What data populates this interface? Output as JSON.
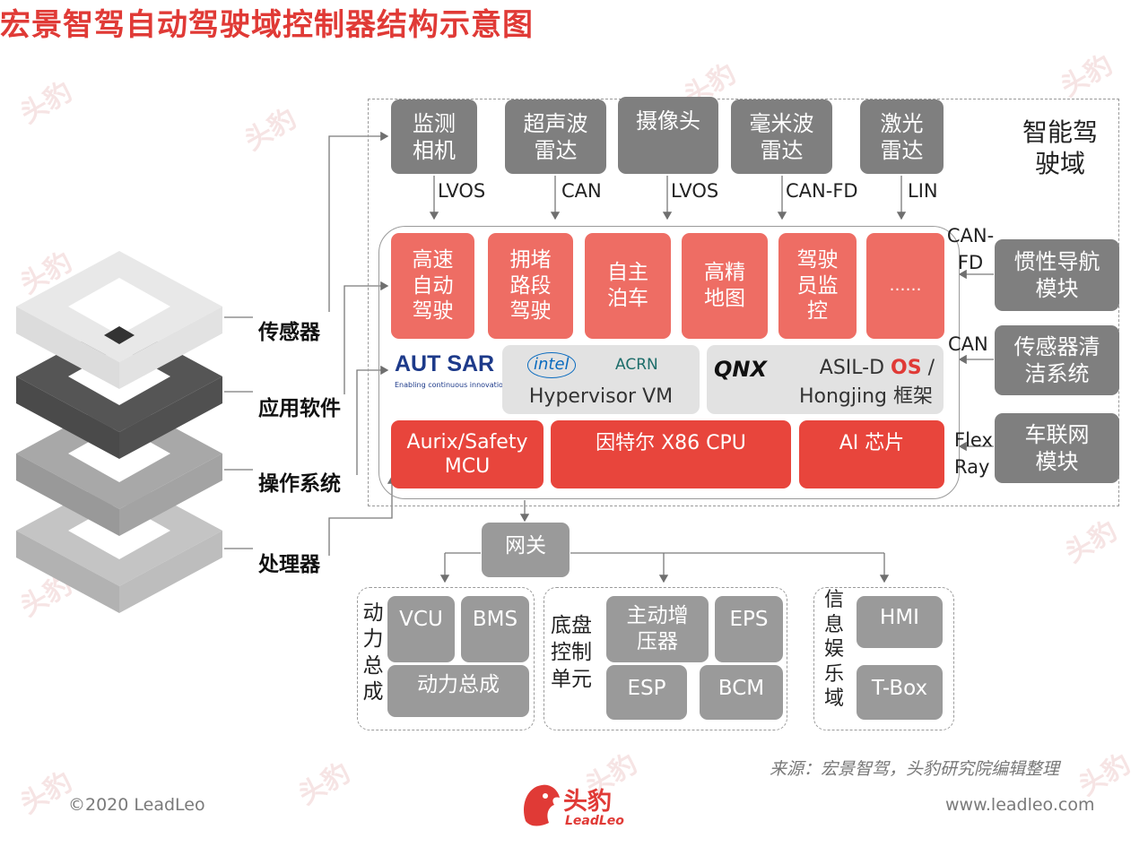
{
  "title": "宏景智驾自动驾驶域控制器结构示意图",
  "domain_label": "智能驾\n驶域",
  "sensors": [
    {
      "label": "监测\n相机",
      "link": "LVOS"
    },
    {
      "label": "超声波\n雷达",
      "link": "CAN"
    },
    {
      "label": "摄像头",
      "link": "LVOS"
    },
    {
      "label": "毫米波\n雷达",
      "link": "CAN-FD"
    },
    {
      "label": "激光\n雷达",
      "link": "LIN"
    }
  ],
  "apps": [
    "高速\n自动\n驾驶",
    "拥堵\n路段\n驾驶",
    "自主\n泊车",
    "高精\n地图",
    "驾驶\n员监\n控",
    "……"
  ],
  "os": {
    "autosar_logo": "AUT SAR",
    "autosar_tagline": "Enabling continuous innovations",
    "intel_logo": "intel",
    "acrn_logo": "ACRN",
    "hypervisor": "Hypervisor VM",
    "qnx_logo": "QNX",
    "asil_prefix": "ASIL-D ",
    "asil_os": "OS",
    "asil_suffix": " /",
    "hongjing": "Hongjing 框架"
  },
  "processors": [
    "Aurix/Safety\nMCU",
    "因特尔 X86 CPU",
    "AI 芯片"
  ],
  "right_modules": [
    {
      "label": "惯性导航\n模块",
      "link": "CAN-\nFD"
    },
    {
      "label": "传感器清\n洁系统",
      "link": "CAN"
    },
    {
      "label": "车联网\n模块",
      "link": "Flex\nRay"
    }
  ],
  "layers": [
    "传感器",
    "应用软件",
    "操作系统",
    "处理器"
  ],
  "gateway": "网关",
  "powertrain": {
    "title": "动\n力\n总\n成",
    "items": [
      "VCU",
      "BMS",
      "动力总成"
    ]
  },
  "chassis": {
    "title": "底盘\n控制\n单元",
    "items": [
      "主动增\n压器",
      "EPS",
      "ESP",
      "BCM"
    ]
  },
  "infotainment": {
    "title": "信\n息\n娱\n乐\n域",
    "items": [
      "HMI",
      "T-Box"
    ]
  },
  "source": "来源：宏景智驾，头豹研究院编辑整理",
  "copyright": "©2020 LeadLeo",
  "brand": "头豹",
  "brand_en": "LeadLeo",
  "website": "www.leadleo.com",
  "colors": {
    "accent": "#e03a36",
    "salmon": "#ee6d64",
    "red": "#e8453c",
    "gray": "#7f7f7f"
  }
}
